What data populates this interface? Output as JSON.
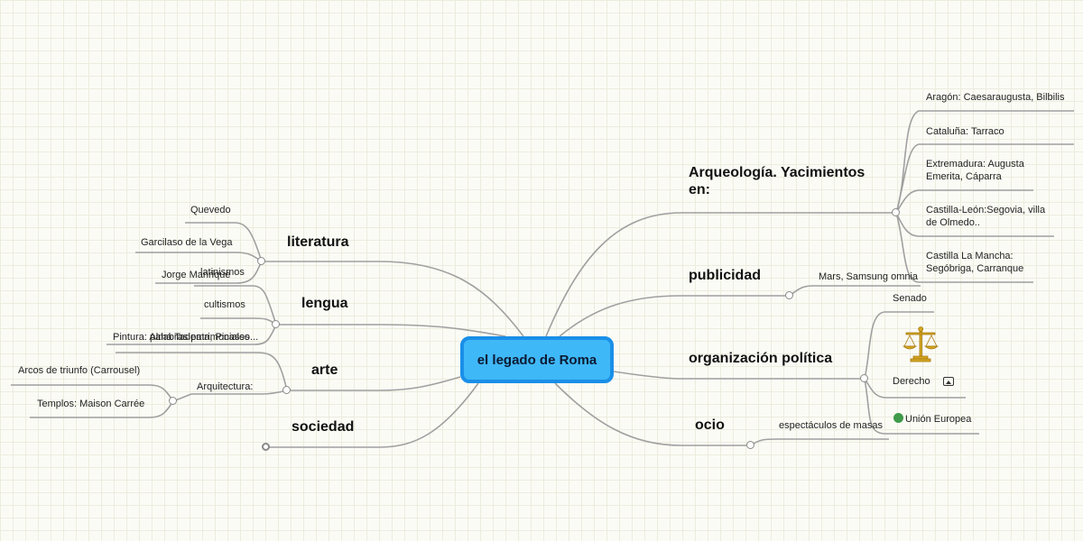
{
  "root": "el legado de Roma",
  "branches": {
    "arqueologia": "Arqueología. Yacimientos en:",
    "publicidad": "publicidad",
    "organizacion": "organización política",
    "ocio": "ocio",
    "literatura": "literatura",
    "lengua": "lengua",
    "arte": "arte",
    "sociedad": "sociedad"
  },
  "arqueologia_items": [
    "Aragón: Caesaraugusta, Bilbilis",
    "Cataluña: Tarraco",
    "Extremadura: Augusta Emerita, Cáparra",
    "Castilla-León:Segovia, villa de Olmedo..",
    "Castilla La Mancha: Segóbriga, Carranque"
  ],
  "publicidad_items": [
    "Mars, Samsung omnia"
  ],
  "organizacion_items": [
    "Senado",
    "Derecho",
    "Unión Europea"
  ],
  "ocio_items": [
    "espectáculos de masas"
  ],
  "literatura_items": [
    "Quevedo",
    "Garcilaso de la Vega",
    "Jorge Manrique"
  ],
  "lengua_items": [
    "latinismos",
    "cultismos",
    "palabras patrimoniales"
  ],
  "arte_items": {
    "pintura": "Pintura: Alma Tadema, Picasso...",
    "arquitectura": "Arquitectura:",
    "arquitectura_items": [
      "Arcos de triunfo (Carrousel)",
      "Templos: Maison Carrée"
    ]
  },
  "icons": {
    "derecho_image": "scales-of-justice-icon",
    "attachment": "image-icon",
    "union_marker": "green-dot-icon"
  },
  "colors": {
    "root_fill": "#3fb8f7",
    "root_border": "#1a8fe8",
    "connector": "#9a9a9a",
    "union_dot": "#3f9a4a"
  }
}
